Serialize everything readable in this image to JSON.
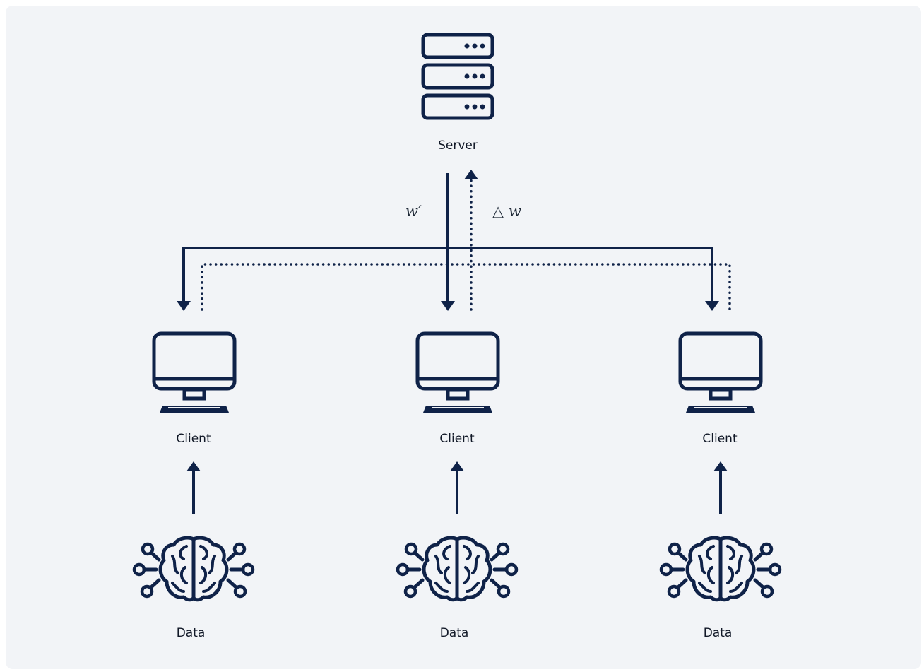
{
  "colors": {
    "stroke": "#0f2248",
    "background": "#f2f4f7",
    "text": "#111827"
  },
  "server": {
    "label": "Server",
    "icon": "server-rack-icon"
  },
  "flows": {
    "download_label": "w′",
    "upload_label": "△ w"
  },
  "clients": [
    {
      "label": "Client",
      "icon": "desktop-monitor-icon",
      "data_label": "Data",
      "data_icon": "brain-network-icon"
    },
    {
      "label": "Client",
      "icon": "desktop-monitor-icon",
      "data_label": "Data",
      "data_icon": "brain-network-icon"
    },
    {
      "label": "Client",
      "icon": "desktop-monitor-icon",
      "data_label": "Data",
      "data_icon": "brain-network-icon"
    }
  ]
}
